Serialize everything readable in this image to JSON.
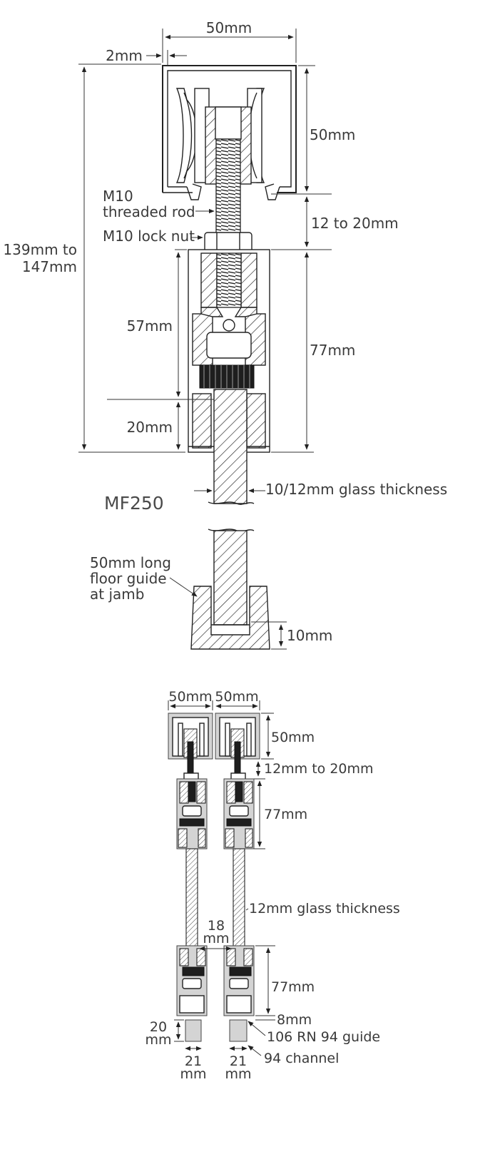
{
  "top_view": {
    "width_label": "50mm",
    "wall_label": "2mm",
    "track_height_label": "50mm",
    "rod_label_line1": "M10",
    "rod_label_line2": "threaded rod",
    "nut_label": "M10 lock nut",
    "gap_label": "12 to 20mm",
    "overall_line1": "139mm to",
    "overall_line2": "147mm",
    "clamp_label": "57mm",
    "hanger_label": "77mm",
    "lower_label": "20mm",
    "glass_label": "10/12mm glass thickness",
    "model_label": "MF250"
  },
  "floor_guide": {
    "guide_line1": "50mm long",
    "guide_line2": "floor guide",
    "guide_line3": "at jamb",
    "depth_label": "10mm"
  },
  "double_view": {
    "width_left": "50mm",
    "width_right": "50mm",
    "track_height": "50mm",
    "gap_label": "12mm to 20mm",
    "hanger_top": "77mm",
    "glass_label": "12mm glass thickness",
    "spacing_line1": "18",
    "spacing_line2": "mm",
    "hanger_bottom": "77mm",
    "clearance": "8mm",
    "guide_label": "106 RN 94 guide",
    "channel_label": "94 channel",
    "height_line1": "20",
    "height_line2": "mm",
    "width1_line1": "21",
    "width1_line2": "mm",
    "width2_line1": "21",
    "width2_line2": "mm"
  }
}
